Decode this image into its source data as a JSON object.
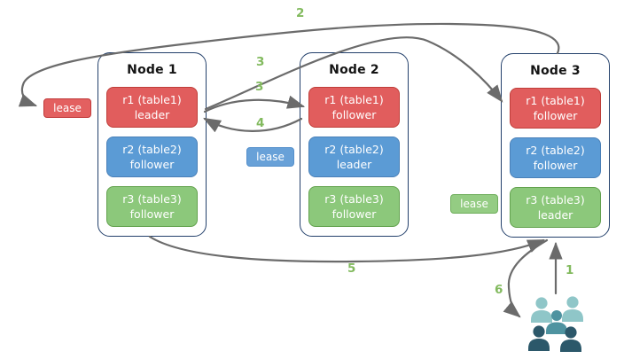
{
  "diagram": {
    "nodes": [
      {
        "title": "Node 1",
        "replicas": [
          {
            "range": "r1 (table1)",
            "role": "leader",
            "color": "#e15d5d"
          },
          {
            "range": "r2 (table2)",
            "role": "follower",
            "color": "#5b9bd5"
          },
          {
            "range": "r3 (table3)",
            "role": "follower",
            "color": "#8cc87b"
          }
        ]
      },
      {
        "title": "Node 2",
        "replicas": [
          {
            "range": "r1 (table1)",
            "role": "follower",
            "color": "#e15d5d"
          },
          {
            "range": "r2 (table2)",
            "role": "leader",
            "color": "#5b9bd5"
          },
          {
            "range": "r3 (table3)",
            "role": "follower",
            "color": "#8cc87b"
          }
        ]
      },
      {
        "title": "Node 3",
        "replicas": [
          {
            "range": "r1 (table1)",
            "role": "follower",
            "color": "#e15d5d"
          },
          {
            "range": "r2 (table2)",
            "role": "follower",
            "color": "#5b9bd5"
          },
          {
            "range": "r3 (table3)",
            "role": "leader",
            "color": "#8cc87b"
          }
        ]
      }
    ],
    "leases": [
      {
        "label": "lease",
        "color": "#e36060"
      },
      {
        "label": "lease",
        "color": "#68a1d8"
      },
      {
        "label": "lease",
        "color": "#94cc83"
      }
    ],
    "steps": {
      "s1": "1",
      "s2": "2",
      "s3a": "3",
      "s3b": "3",
      "s4": "4",
      "s5": "5",
      "s6": "6"
    },
    "arrows": [
      {
        "step": "1",
        "from": "users",
        "to": "node-3"
      },
      {
        "step": "2",
        "from": "node-3",
        "to": "lease-red"
      },
      {
        "step": "3",
        "from": "node-1-r1",
        "to": "node-2-r1"
      },
      {
        "step": "3",
        "from": "node-1-r1",
        "to": "node-3-r1"
      },
      {
        "step": "4",
        "from": "node-2-r1",
        "to": "node-1-r1"
      },
      {
        "step": "5",
        "from": "node-1",
        "to": "node-3"
      },
      {
        "step": "6",
        "from": "node-3",
        "to": "users"
      }
    ],
    "icons": {
      "users_group": "users-icon"
    },
    "colors": {
      "node_border": "#23406b",
      "arrow": "#6b6b6b",
      "step_label": "#82ba5e",
      "replica_red": "#e15d5d",
      "replica_blue": "#5b9bd5",
      "replica_green": "#8cc87b",
      "users_light": "#8fc6c8",
      "users_mid": "#4e93a0",
      "users_dark": "#2c586a"
    }
  }
}
